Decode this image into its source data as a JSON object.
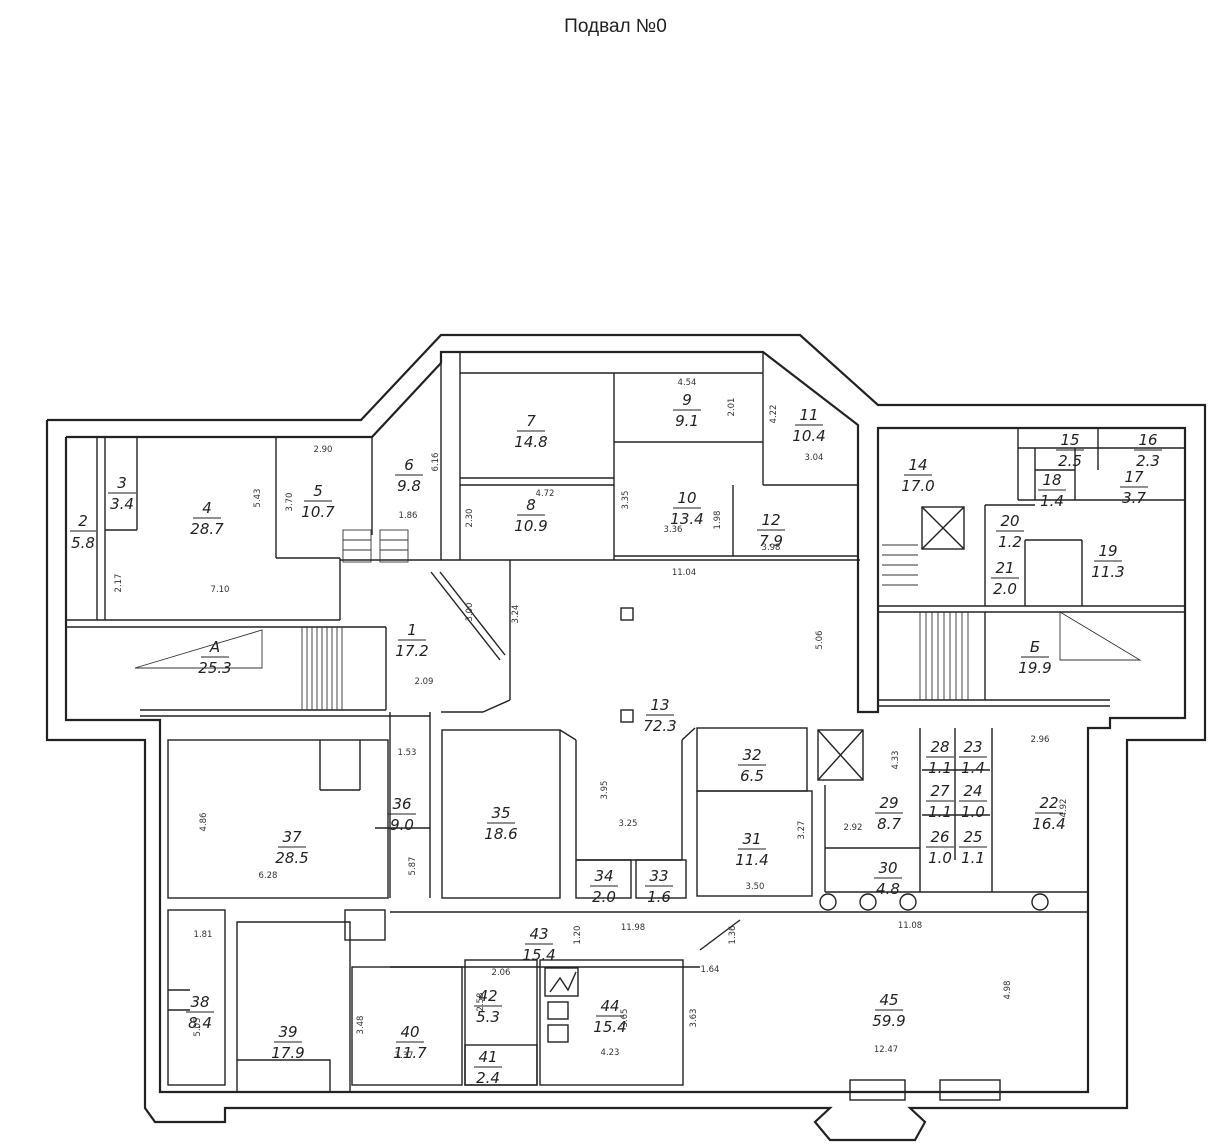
{
  "title": "Подвал №0",
  "rooms": [
    {
      "num": "1",
      "area": "17.2"
    },
    {
      "num": "2",
      "area": "5.8"
    },
    {
      "num": "3",
      "area": "3.4"
    },
    {
      "num": "4",
      "area": "28.7"
    },
    {
      "num": "5",
      "area": "10.7"
    },
    {
      "num": "6",
      "area": "9.8"
    },
    {
      "num": "7",
      "area": "14.8"
    },
    {
      "num": "8",
      "area": "10.9"
    },
    {
      "num": "9",
      "area": "9.1"
    },
    {
      "num": "10",
      "area": "13.4"
    },
    {
      "num": "11",
      "area": "10.4"
    },
    {
      "num": "12",
      "area": "7.9"
    },
    {
      "num": "13",
      "area": "72.3"
    },
    {
      "num": "14",
      "area": "17.0"
    },
    {
      "num": "15",
      "area": "2.5"
    },
    {
      "num": "16",
      "area": "2.3"
    },
    {
      "num": "17",
      "area": "3.7"
    },
    {
      "num": "18",
      "area": "1.4"
    },
    {
      "num": "19",
      "area": "11.3"
    },
    {
      "num": "20",
      "area": "1.2"
    },
    {
      "num": "21",
      "area": "2.0"
    },
    {
      "num": "22",
      "area": "16.4"
    },
    {
      "num": "23",
      "area": "1.4"
    },
    {
      "num": "24",
      "area": "1.0"
    },
    {
      "num": "25",
      "area": "1.1"
    },
    {
      "num": "26",
      "area": "1.0"
    },
    {
      "num": "27",
      "area": "1.1"
    },
    {
      "num": "28",
      "area": "1.1"
    },
    {
      "num": "29",
      "area": "8.7"
    },
    {
      "num": "30",
      "area": "4.8"
    },
    {
      "num": "31",
      "area": "11.4"
    },
    {
      "num": "32",
      "area": "6.5"
    },
    {
      "num": "33",
      "area": "1.6"
    },
    {
      "num": "34",
      "area": "2.0"
    },
    {
      "num": "35",
      "area": "18.6"
    },
    {
      "num": "36",
      "area": "9.0"
    },
    {
      "num": "37",
      "area": "28.5"
    },
    {
      "num": "38",
      "area": "8.4"
    },
    {
      "num": "39",
      "area": "17.9"
    },
    {
      "num": "40",
      "area": "11.7"
    },
    {
      "num": "41",
      "area": "2.4"
    },
    {
      "num": "42",
      "area": "5.3"
    },
    {
      "num": "43",
      "area": "15.4"
    },
    {
      "num": "44",
      "area": "15.4"
    },
    {
      "num": "45",
      "area": "59.9"
    },
    {
      "num": "А",
      "area": "25.3"
    },
    {
      "num": "Б",
      "area": "19.9"
    }
  ],
  "dimensions": [
    "2.90",
    "5.43",
    "3.70",
    "6.16",
    "1.86",
    "2.17",
    "7.10",
    "4.54",
    "2.01",
    "4.22",
    "3.04",
    "4.72",
    "3.35",
    "3.36",
    "1.98",
    "3.98",
    "2.30",
    "11.04",
    "3.00",
    "3.24",
    "5.06",
    "2.09",
    "1.53",
    "4.86",
    "6.28",
    "5.87",
    "3.95",
    "3.25",
    "3.27",
    "3.50",
    "4.33",
    "2.92",
    "2.96",
    "4.92",
    "1.81",
    "5.05",
    "1.20",
    "11.98",
    "1.36",
    "1.64",
    "11.08",
    "2.06",
    "2.58",
    "3.48",
    "3.37",
    "3.65",
    "4.23",
    "3.63",
    "4.98",
    "12.47"
  ]
}
